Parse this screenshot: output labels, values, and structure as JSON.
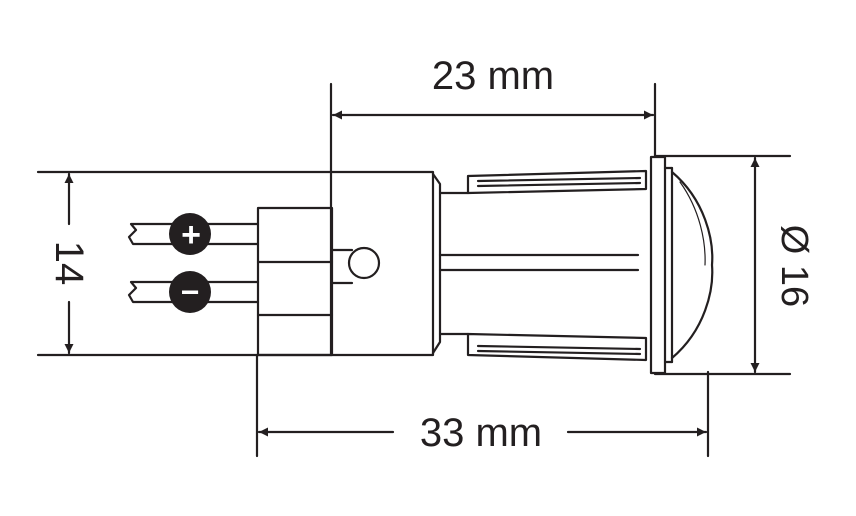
{
  "dimensions": {
    "top_length": "23 mm",
    "bottom_length": "33 mm",
    "left_height": "14",
    "right_diameter": "Ø 16"
  },
  "terminals": {
    "positive_symbol": "+",
    "negative_symbol": "−"
  },
  "colors": {
    "line": "#231f20",
    "background": "#ffffff"
  }
}
